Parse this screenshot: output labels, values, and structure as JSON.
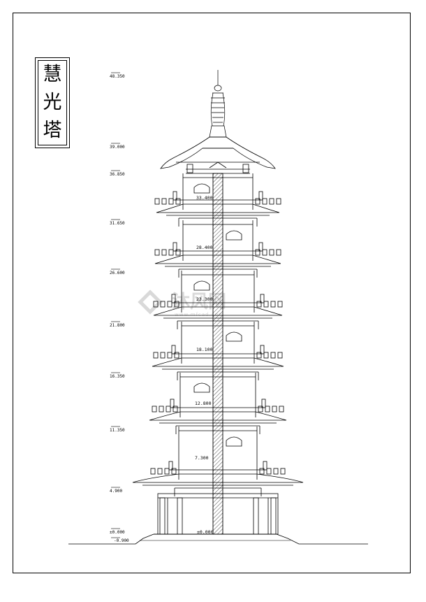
{
  "title": {
    "chars": [
      "慧",
      "光",
      "塔"
    ]
  },
  "elevations": [
    "48.350",
    "39.000",
    "36.850",
    "31.650",
    "26.600",
    "21.800",
    "16.350",
    "11.350",
    "4.900",
    "±0.000",
    "-0.900"
  ],
  "floor_labels": [
    "33.400",
    "28.400",
    "23.300",
    "18.100",
    "12.800",
    "7.300",
    "±0.000"
  ],
  "watermark": {
    "text": "沐风网",
    "sub": "www.mfcad.com"
  },
  "colors": {
    "line": "#000000",
    "background": "#ffffff",
    "core_hatch": "#000000",
    "watermark": "#d9d9d9"
  }
}
